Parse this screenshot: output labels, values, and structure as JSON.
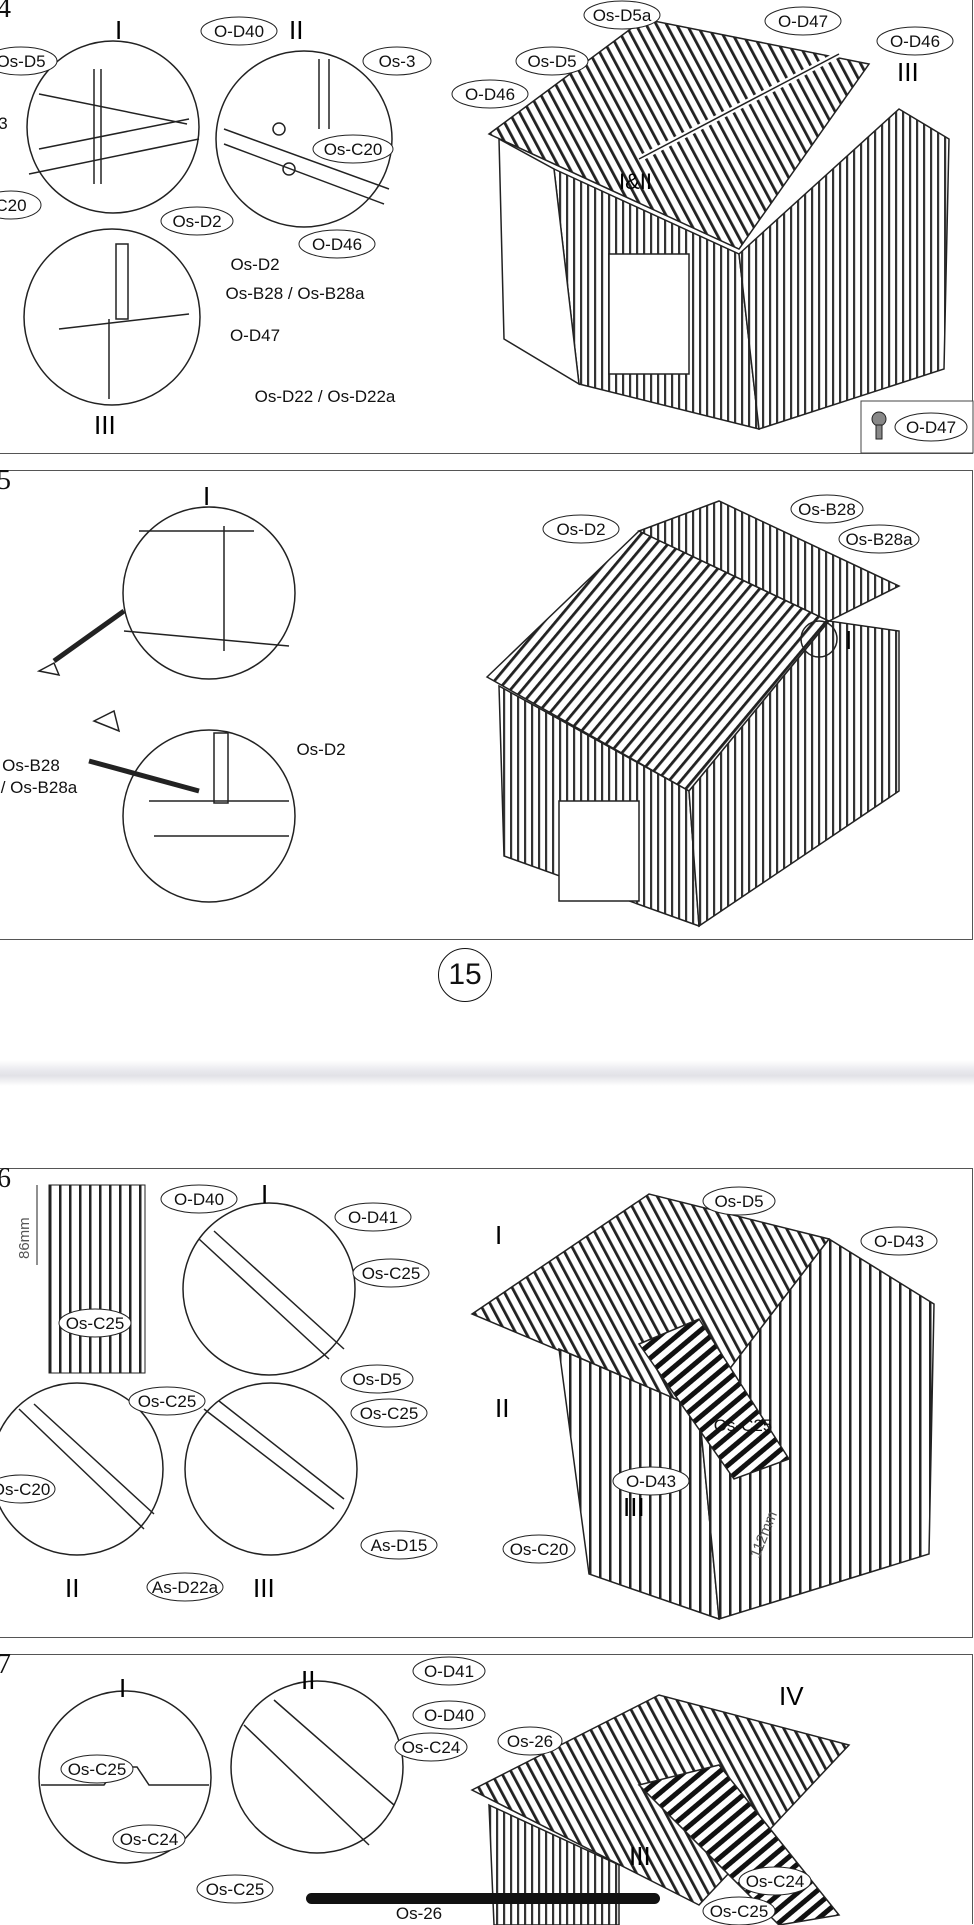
{
  "page_number": "15",
  "step14": {
    "step": "4",
    "details": [
      "I",
      "II",
      "III"
    ],
    "detail_combo": "I&II",
    "callouts": {
      "os_d5": "Os-D5",
      "os_3_left": "3",
      "os_c20": "C20",
      "os_d2": "Os-D2",
      "o_d40": "O-D40",
      "os_3": "Os-3",
      "os_c20_b": "Os-C20",
      "o_d46": "O-D46",
      "os_d2_b": "Os-D2",
      "os_b28": "Os-B28 / Os-B28a",
      "o_d47": "O-D47",
      "os_d22": "Os-D22 / Os-D22a",
      "os_d5a": "Os-D5a",
      "o_d47_top": "O-D47",
      "o_d46_top": "O-D46",
      "os_d5_r": "Os-D5",
      "o_d46_r": "O-D46",
      "legend_part": "O-D47"
    }
  },
  "step15": {
    "step": "5",
    "details": [
      "I"
    ],
    "callouts": {
      "os_b28": "Os-B28",
      "os_b28a": "/ Os-B28a",
      "os_d2": "Os-D2",
      "r_os_d2": "Os-D2",
      "r_os_b28": "Os-B28",
      "r_os_b28a": "Os-B28a"
    }
  },
  "step16": {
    "step": "6",
    "dim_86": "86mm",
    "dim_112": "112mm",
    "details": [
      "I",
      "II",
      "III"
    ],
    "callouts": {
      "os_c25_panel": "Os-C25",
      "o_d40": "O-D40",
      "o_d41": "O-D41",
      "os_c25_a": "Os-C25",
      "os_d5": "Os-D5",
      "os_c25_b": "Os-C25",
      "os_c20": "Os-C20",
      "as_d22a": "As-D22a",
      "os_c25_c": "Os-C25",
      "as_d15": "As-D15",
      "r_os_d5": "Os-D5",
      "r_o_d43": "O-D43",
      "r_os_c25": "Os-C25",
      "r_o_d43_b": "O-D43",
      "r_os_c20": "Os-C20"
    }
  },
  "step17": {
    "step": "7",
    "details": [
      "I",
      "II",
      "III",
      "IV"
    ],
    "callouts": {
      "os_c25": "Os-C25",
      "os_c24": "Os-C24",
      "os_c25_b": "Os-C25",
      "o_d41": "O-D41",
      "o_d40": "O-D40",
      "os_c24_b": "Os-C24",
      "os_26": "Os-26",
      "os_26_b": "Os-26",
      "r_os_c24": "Os-C24",
      "r_os_c25": "Os-C25"
    }
  }
}
